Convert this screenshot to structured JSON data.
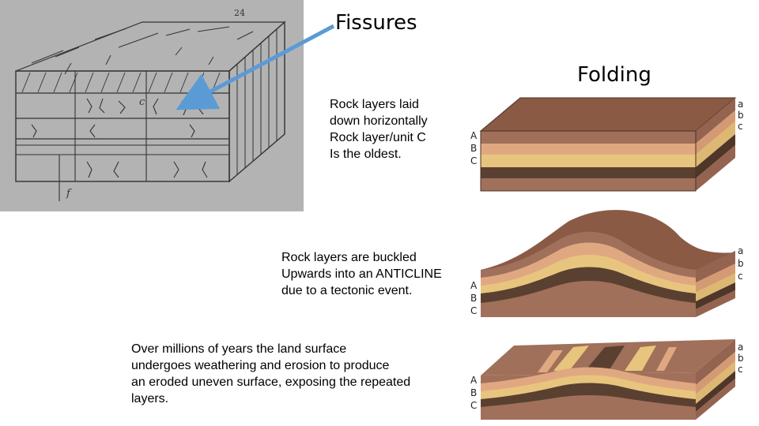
{
  "headings": {
    "fissures": "Fissures",
    "folding": "Folding"
  },
  "sketch": {
    "page_number": "24",
    "letters": [
      "c",
      "f"
    ]
  },
  "captions": {
    "horizontal": "Rock layers laid\ndown horizontally\nRock layer/unit C\nIs the oldest.",
    "anticline": "Rock layers are buckled\nUpwards into an ANTICLINE\ndue to a tectonic event.",
    "eroded": "Over millions of years the land surface\nundergoes weathering and erosion to produce\nan eroded uneven surface, exposing the repeated\nlayers."
  },
  "layer_labels": {
    "front": [
      "A",
      "B",
      "C"
    ],
    "side": [
      "a",
      "b",
      "c"
    ]
  },
  "colors": {
    "layer_a": "#a0705b",
    "layer_b": "#e0a881",
    "layer_c": "#e8c57e",
    "layer_dark": "#5a4030",
    "top_surface": "#8b5a44",
    "sketch_bg": "#b3b3b3",
    "arrow": "#5b9bd5"
  }
}
